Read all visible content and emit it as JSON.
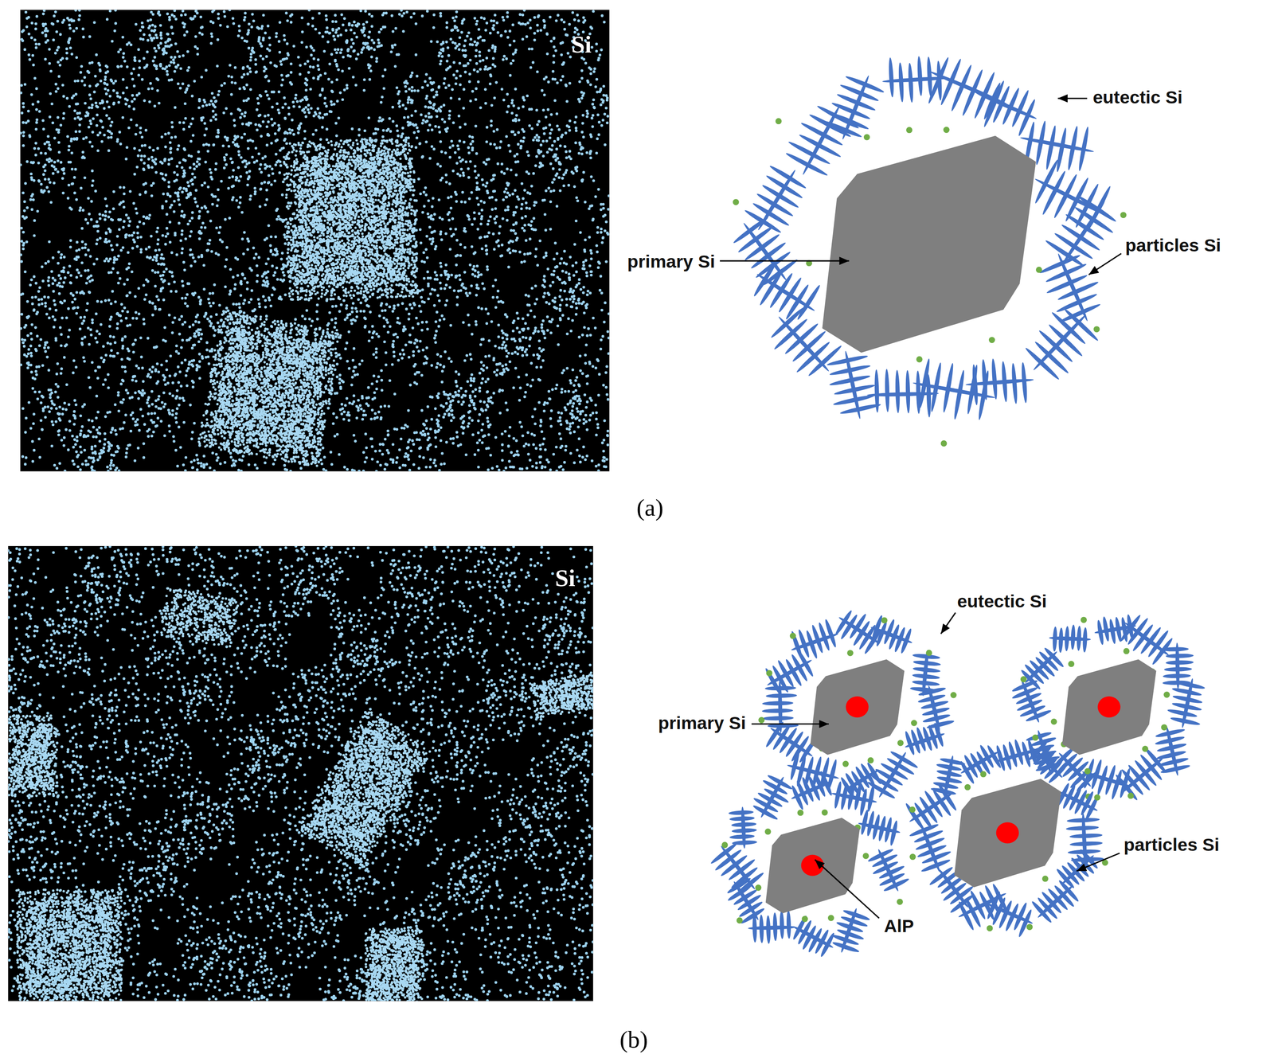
{
  "diagram": {
    "labels": [
      "Si",
      "eutectic Si",
      "primary Si",
      "particles Si",
      "(a)",
      "Si",
      "eutectic Si",
      "primary Si",
      "particles Si",
      "AlP",
      "(b)"
    ]
  }
}
